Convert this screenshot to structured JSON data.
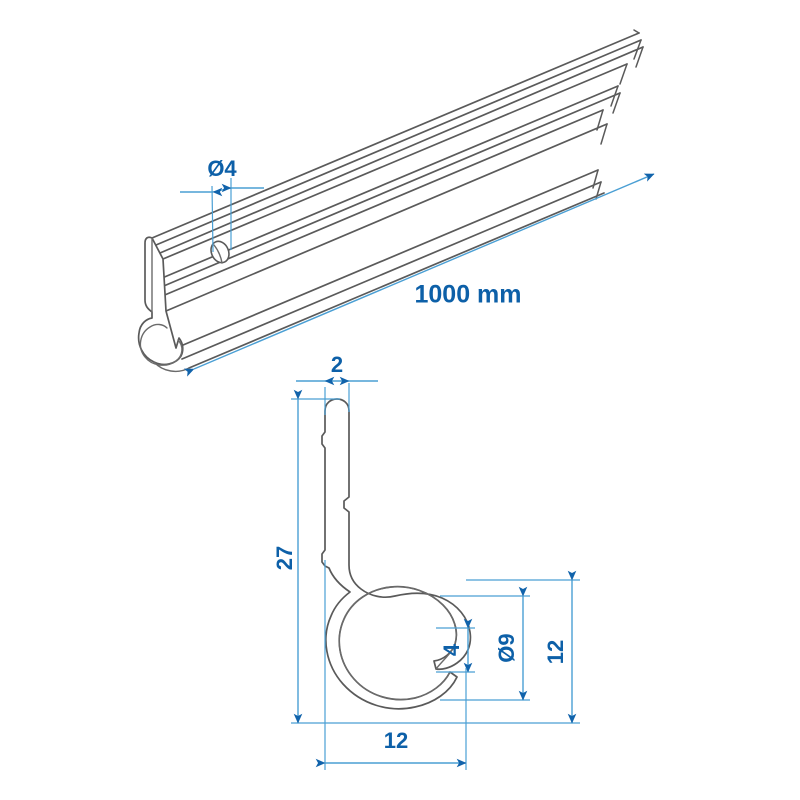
{
  "drawing": {
    "title": "Awning rail profile technical drawing",
    "background_color": "#ffffff",
    "colors": {
      "part_outline": "#5a5a5a",
      "dimension_line": "#4a9fd4",
      "dimension_text": "#0d60a8",
      "arrow_fill": "#1163ab"
    },
    "views": [
      {
        "name": "isometric-view",
        "description": "Isometric view of extruded awning rail with mounting hole and C-hook channel"
      },
      {
        "name": "cross-section-view",
        "description": "Cross-section profile of the rail showing blade and C-hook"
      }
    ]
  },
  "dimensions": {
    "hole_diameter": {
      "label": "Ø4",
      "value": 4,
      "symbol": "Ø",
      "view": "isometric-view",
      "orientation": "horizontal"
    },
    "overall_length": {
      "label": "1000 mm",
      "value": 1000,
      "unit": "mm",
      "view": "isometric-view",
      "orientation": "diagonal"
    },
    "blade_thickness": {
      "label": "2",
      "value": 2,
      "view": "cross-section-view",
      "orientation": "horizontal"
    },
    "overall_height": {
      "label": "27",
      "value": 27,
      "view": "cross-section-view",
      "orientation": "vertical"
    },
    "hook_gap": {
      "label": "4",
      "value": 4,
      "view": "cross-section-view",
      "orientation": "vertical"
    },
    "hook_bore_diameter": {
      "label": "Ø9",
      "value": 9,
      "symbol": "Ø",
      "view": "cross-section-view",
      "orientation": "vertical"
    },
    "hook_outer_height": {
      "label": "12",
      "value": 12,
      "view": "cross-section-view",
      "orientation": "vertical"
    },
    "overall_width": {
      "label": "12",
      "value": 12,
      "view": "cross-section-view",
      "orientation": "horizontal"
    }
  }
}
